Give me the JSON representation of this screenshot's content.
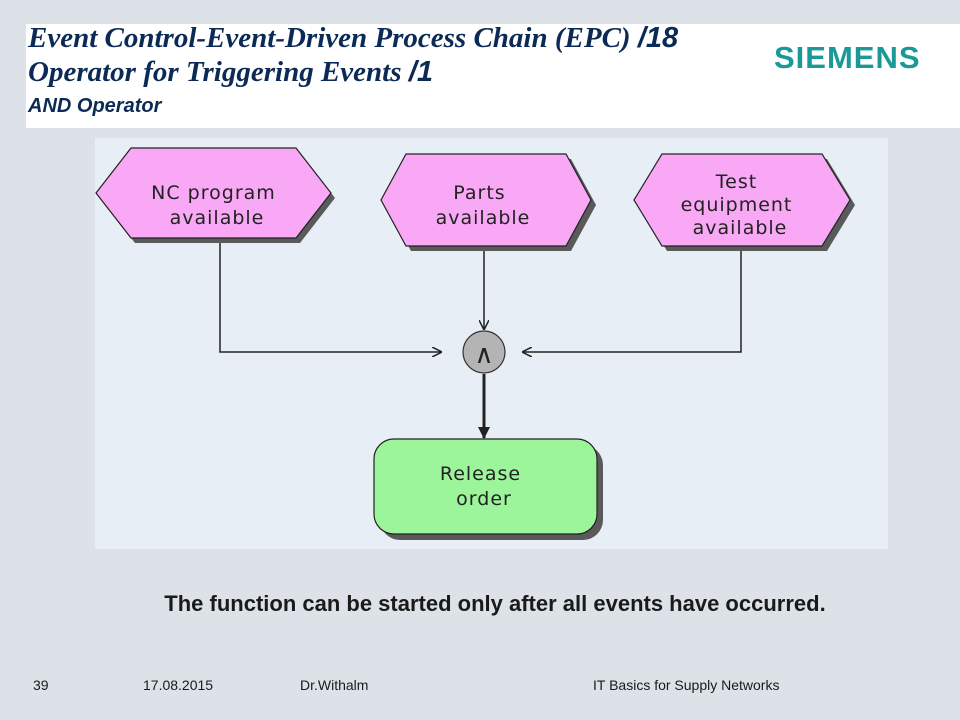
{
  "header": {
    "title_line1_text": "Event Control-Event-Driven Process Chain (EPC) ",
    "title_line1_num": "/18",
    "title_line2_text": "Operator for Triggering Events ",
    "title_line2_num": "/1",
    "subtitle": "AND Operator",
    "logo": "SIEMENS"
  },
  "diagram": {
    "events": [
      {
        "lines": [
          "NC program",
          "available"
        ]
      },
      {
        "lines": [
          "Parts",
          "available"
        ]
      },
      {
        "lines": [
          "Test",
          "equipment",
          "available"
        ]
      }
    ],
    "operator": {
      "type": "AND",
      "symbol": "∧"
    },
    "function": {
      "lines": [
        "Release",
        "order"
      ]
    },
    "colors": {
      "event_fill": "#f8a8f5",
      "function_fill": "#9cf59a",
      "operator_fill": "#b4b4b4",
      "background": "#e8eef6"
    }
  },
  "caption": "The function can be started only after all events have occurred.",
  "footer": {
    "page": "39",
    "date": "17.08.2015",
    "author": "Dr.Withalm",
    "course": "IT Basics for Supply Networks"
  }
}
